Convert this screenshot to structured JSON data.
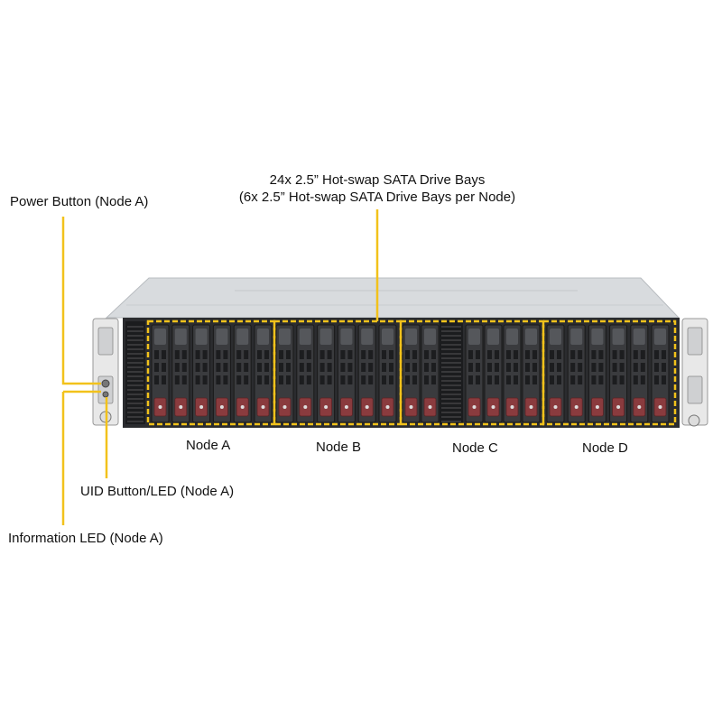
{
  "callouts": {
    "drive_bays_line1": "24x 2.5” Hot-swap  SATA Drive Bays",
    "drive_bays_line2": "(6x 2.5” Hot-swap SATA Drive Bays per Node)",
    "power_button": "Power Button (Node A)",
    "uid_button": "UID  Button/LED  (Node A)",
    "info_led": "Information  LED (Node A)"
  },
  "nodes": [
    "Node A",
    "Node B",
    "Node C",
    "Node D"
  ],
  "colors": {
    "callout": "#f2c21b",
    "chassis_top": "#dadde0",
    "chassis_front": "#2a2b2d",
    "drive_tray": "#3a3b3e",
    "drive_latch": "#8a3b3e"
  }
}
